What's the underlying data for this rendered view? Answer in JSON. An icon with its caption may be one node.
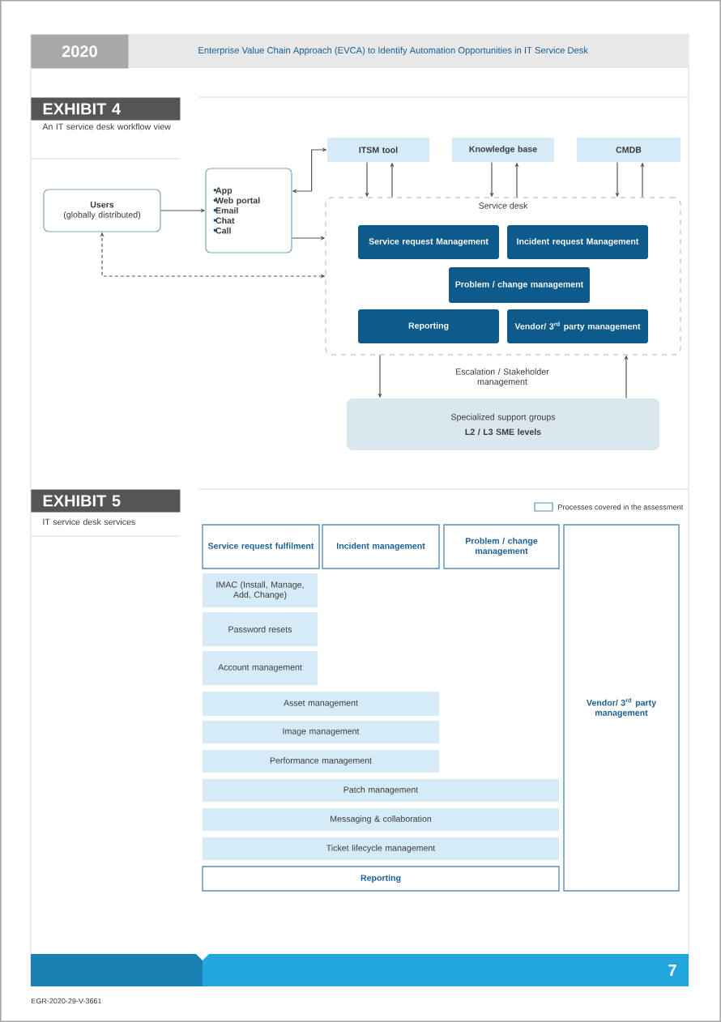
{
  "diagram": {
    "title": "Enterprise Value Chain Approach (EVCA) to Identify Automation Opportunities in IT Service Desk",
    "nodes": [
      {
        "text": [
          "Users",
          "(globally distributed)"
        ]
      },
      {
        "text": [
          "App",
          "Web portal",
          "Email",
          "Chat",
          "Call"
        ]
      },
      {
        "text": [
          "ITSM tool"
        ]
      },
      {
        "text": [
          "Knowledge base"
        ]
      },
      {
        "text": [
          "CMDB"
        ]
      },
      {
        "text": [
          "Service desk"
        ]
      },
      {
        "text": [
          "Service request Management"
        ],
        "in": 5
      },
      {
        "text": [
          "Incident request Management"
        ],
        "in": 5
      },
      {
        "text": [
          "Problem / change management"
        ],
        "in": 5
      },
      {
        "text": [
          "Reporting"
        ],
        "in": 5
      },
      {
        "text": [
          "Vendor/ 3$^{rd}$ party management"
        ],
        "in": 5
      },
      {
        "text": [
          "Specialized support groups",
          "L2 / L3 SME levels"
        ]
      },
      {
        "text": [
          "Service request fulfilment"
        ]
      },
      {
        "text": [
          "Incident management"
        ]
      },
      {
        "text": [
          "Problem / change management"
        ]
      },
      {
        "text": [
          "Vendor/ 3$^{rd}$ party management"
        ]
      },
      {
        "text": [
          "IMAC (Install, Manage, Add, Change)"
        ]
      },
      {
        "text": [
          "Password resets"
        ]
      },
      {
        "text": [
          "Account management"
        ]
      },
      {
        "text": [
          "Asset management"
        ]
      },
      {
        "text": [
          "Image management"
        ]
      },
      {
        "text": [
          "Performance management"
        ]
      },
      {
        "text": [
          "Patch management"
        ]
      },
      {
        "text": [
          "Messaging & collaboration"
        ]
      },
      {
        "text": [
          "Ticket lifecycle management"
        ]
      },
      {
        "text": [
          "Reporting"
        ]
      }
    ],
    "edges": [
      {
        "from": 0,
        "to": 1,
        "arrow": "to"
      },
      {
        "from": 1,
        "to": 2,
        "arrow": "both"
      },
      {
        "from": 2,
        "to": 5,
        "arrow": "to"
      },
      {
        "from": 5,
        "to": 2,
        "arrow": "to"
      },
      {
        "from": 3,
        "to": 5,
        "arrow": "to"
      },
      {
        "from": 5,
        "to": 3,
        "arrow": "to"
      },
      {
        "from": 4,
        "to": 5,
        "arrow": "to"
      },
      {
        "from": 5,
        "to": 4,
        "arrow": "to"
      },
      {
        "from": 1,
        "to": 5,
        "arrow": "to"
      },
      {
        "from": 5,
        "to": 0,
        "arrow": "both",
        "style": "dashed"
      },
      {
        "from": 5,
        "to": 11,
        "arrow": "to"
      },
      {
        "from": 11,
        "to": 5,
        "arrow": "to"
      }
    ],
    "labels": [
      "2020",
      "EXHIBIT 4",
      "An IT service desk workflow view",
      "Escalation / Stakeholder management",
      "EXHIBIT 5",
      "IT service desk services",
      "7",
      "EGR-2020-29-V-3661"
    ],
    "legend": [
      {
        "text": "Processes covered in the assessment"
      }
    ]
  }
}
